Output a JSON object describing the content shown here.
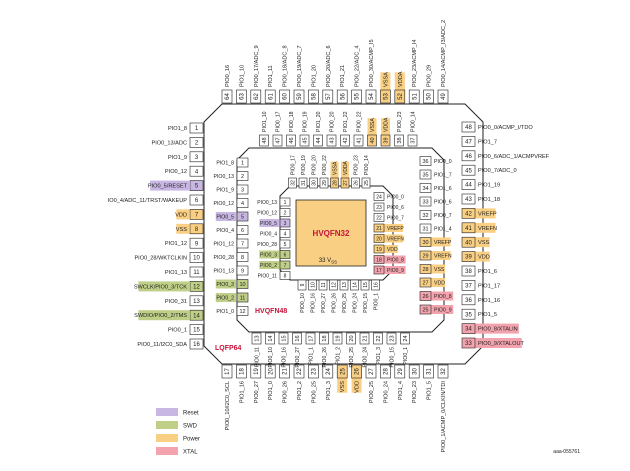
{
  "colors": {
    "reset": "#c8b7e3",
    "swd": "#bfcf87",
    "power": "#f9cf83",
    "xtal": "#f2a3ad",
    "chip_fill": "#f9cf83",
    "red_label": "#c8143c",
    "pin_fill": "#ffffff",
    "outline": "#222222"
  },
  "package_labels": {
    "lqfp64": "LQFP64",
    "hvqfn48": "HVQFN48",
    "hvqfn32": "HVQFN32",
    "vss33": "33 V",
    "vss33_sub": "SS"
  },
  "legend": [
    {
      "key": "reset",
      "label": "Reset"
    },
    {
      "key": "swd",
      "label": "SWD"
    },
    {
      "key": "power",
      "label": "Power"
    },
    {
      "key": "xtal",
      "label": "XTAL"
    }
  ],
  "doc_id": "aaa-055761",
  "outer": {
    "left": [
      {
        "n": 1,
        "l": "PIO1_8"
      },
      {
        "n": 2,
        "l": "PIO0_13/ADC"
      },
      {
        "n": 3,
        "l": "PIO1_9"
      },
      {
        "n": 4,
        "l": "PIO0_12"
      },
      {
        "n": 5,
        "l": "PIO0_5/RESET",
        "c": "reset"
      },
      {
        "n": 6,
        "l": "IO0_4/ADC_11/TRST/WAKEUP"
      },
      {
        "n": 7,
        "l": "VDD",
        "c": "power"
      },
      {
        "n": 8,
        "l": "VSS",
        "c": "power"
      },
      {
        "n": 9,
        "l": "PIO1_12"
      },
      {
        "n": 10,
        "l": "PIO0_28/WKTCLKIN"
      },
      {
        "n": 11,
        "l": "PIO1_13"
      },
      {
        "n": 12,
        "l": "SWCLK/PIO0_3/TCK",
        "c": "swd"
      },
      {
        "n": 13,
        "l": "PIO0_31"
      },
      {
        "n": 14,
        "l": "SWDIO/PIO0_2/TMS",
        "c": "swd"
      },
      {
        "n": 15,
        "l": "PIO0_1"
      },
      {
        "n": 16,
        "l": "PIO0_11/I2C0_SDA"
      }
    ],
    "bottom": [
      {
        "n": 17,
        "l": "PIO0_10/I2C0_SCL"
      },
      {
        "n": 18,
        "l": "PIO1_16"
      },
      {
        "n": 19,
        "l": "PIO0_27"
      },
      {
        "n": 20,
        "l": "PIO1_0"
      },
      {
        "n": 21,
        "l": "PIO0_26"
      },
      {
        "n": 22,
        "l": "PIO1_2"
      },
      {
        "n": 23,
        "l": "PIO0_25"
      },
      {
        "n": 24,
        "l": "PIO1_3"
      },
      {
        "n": 25,
        "l": "VSS",
        "c": "power"
      },
      {
        "n": 26,
        "l": "VDD",
        "c": "power"
      },
      {
        "n": 27,
        "l": "PIO0_25"
      },
      {
        "n": 28,
        "l": "PIO0_24"
      },
      {
        "n": 29,
        "l": "PIO1_4"
      },
      {
        "n": 30,
        "l": "PIO0_23"
      },
      {
        "n": 31,
        "l": "PIO1_5"
      },
      {
        "n": 32,
        "l": "PIO0_1/ACMP_0/CLKIN/TDI"
      }
    ],
    "right": [
      {
        "n": 33,
        "l": "PIO0_9/XTALOUT",
        "c": "xtal"
      },
      {
        "n": 34,
        "l": "PIO0_8/XTALIN",
        "c": "xtal"
      },
      {
        "n": 35,
        "l": "PIO1_5"
      },
      {
        "n": 36,
        "l": "PIO1_16"
      },
      {
        "n": 37,
        "l": "PIO1_17"
      },
      {
        "n": 38,
        "l": "PIO1_6"
      },
      {
        "n": 39,
        "l": "VDD",
        "c": "power"
      },
      {
        "n": 40,
        "l": "VSS",
        "c": "power"
      },
      {
        "n": 41,
        "l": "VREFN",
        "c": "power"
      },
      {
        "n": 42,
        "l": "VREFP",
        "c": "power"
      },
      {
        "n": 43,
        "l": "PIO1_18"
      },
      {
        "n": 44,
        "l": "PIO1_19"
      },
      {
        "n": 45,
        "l": "PIO0_7/ADC_0"
      },
      {
        "n": 46,
        "l": "PIO0_6/ADC_1/ACMPVREF"
      },
      {
        "n": 47,
        "l": "PIO1_7"
      },
      {
        "n": 48,
        "l": "PIO0_0/ACMP_I/TDO"
      }
    ],
    "top": [
      {
        "n": 49,
        "l": "PIO0_14/ACMP_I3/ADC_2"
      },
      {
        "n": 50,
        "l": "PIO0_29"
      },
      {
        "n": 51,
        "l": "PIO0_23/ACMP_I4"
      },
      {
        "n": 52,
        "l": "VDDA",
        "c": "power"
      },
      {
        "n": 53,
        "l": "VSSA",
        "c": "power"
      },
      {
        "n": 54,
        "l": "PIO0_30/ACMP_I5"
      },
      {
        "n": 55,
        "l": "PIO0_22/ADC_4"
      },
      {
        "n": 56,
        "l": "PIO1_21"
      },
      {
        "n": 57,
        "l": "PIO0_20/ADC_6"
      },
      {
        "n": 58,
        "l": "PIO1_20"
      },
      {
        "n": 59,
        "l": "PIO0_19/ADC_7"
      },
      {
        "n": 60,
        "l": "PIO0_18/ADC_8"
      },
      {
        "n": 61,
        "l": "PIO1_11"
      },
      {
        "n": 62,
        "l": "PIO0_17/ADC_9"
      },
      {
        "n": 63,
        "l": "PIO1_10"
      },
      {
        "n": 64,
        "l": "PIO0_16"
      }
    ]
  },
  "mid": {
    "left": [
      {
        "n": 1,
        "l": "PIO1_8"
      },
      {
        "n": 2,
        "l": "PIO0_13"
      },
      {
        "n": 3,
        "l": "PIO1_9"
      },
      {
        "n": 4,
        "l": "PIO0_12"
      },
      {
        "n": 5,
        "l": "PIO0_5",
        "c": "reset"
      },
      {
        "n": 6,
        "l": "PIO0_4"
      },
      {
        "n": 7,
        "l": "PIO1_12"
      },
      {
        "n": 8,
        "l": "PIO0_28"
      },
      {
        "n": 9,
        "l": "PIO1_13"
      },
      {
        "n": 10,
        "l": "PIO0_3",
        "c": "swd"
      },
      {
        "n": 11,
        "l": "PIO0_2",
        "c": "swd"
      },
      {
        "n": 12,
        "l": "PIO1_0"
      }
    ],
    "bottom": [
      {
        "n": 13,
        "l": "PIO0_11"
      },
      {
        "n": 14,
        "l": "PIO0_10"
      },
      {
        "n": 15,
        "l": "PIO0_16"
      },
      {
        "n": 16,
        "l": "PIO0_27"
      },
      {
        "n": 17,
        "l": "PIO1_1"
      },
      {
        "n": 18,
        "l": "PIO0_26"
      },
      {
        "n": 19,
        "l": "PIO1_2"
      },
      {
        "n": 20,
        "l": "PIO0_25"
      },
      {
        "n": 21,
        "l": "PIO0_24"
      },
      {
        "n": 22,
        "l": "PIO1_3"
      },
      {
        "n": 23,
        "l": "PIO0_15"
      },
      {
        "n": 24,
        "l": "PIO0_1"
      }
    ],
    "right": [
      {
        "n": 25,
        "l": "PIO0_9",
        "c": "xtal"
      },
      {
        "n": 26,
        "l": "PIO0_8",
        "c": "xtal"
      },
      {
        "n": 27,
        "l": "VDD",
        "c": "power"
      },
      {
        "n": 28,
        "l": "VSS",
        "c": "power"
      },
      {
        "n": 29,
        "l": "VREFN",
        "c": "power"
      },
      {
        "n": 30,
        "l": "VREFP",
        "c": "power"
      },
      {
        "n": 31,
        "l": "PIO1_4"
      },
      {
        "n": 32,
        "l": "PIO0_7"
      },
      {
        "n": 33,
        "l": "PIO0_6"
      },
      {
        "n": 34,
        "l": "PIO1_6"
      },
      {
        "n": 35,
        "l": "PIO1_7"
      },
      {
        "n": 36,
        "l": "PIO0_0"
      }
    ],
    "top": [
      {
        "n": 37,
        "l": "PIO0_14"
      },
      {
        "n": 38,
        "l": "PIO0_23"
      },
      {
        "n": 39,
        "l": "VDDA",
        "c": "power"
      },
      {
        "n": 40,
        "l": "VSSA",
        "c": "power"
      },
      {
        "n": 41,
        "l": "PIO0_22"
      },
      {
        "n": 42,
        "l": "PIO1_22"
      },
      {
        "n": 43,
        "l": "PIO0_20"
      },
      {
        "n": 44,
        "l": "PIO1_20"
      },
      {
        "n": 45,
        "l": "PIO0_19"
      },
      {
        "n": 46,
        "l": "PIO0_18"
      },
      {
        "n": 47,
        "l": "PIO0_17"
      },
      {
        "n": 48,
        "l": "PIO1_10"
      }
    ]
  },
  "inner": {
    "left": [
      {
        "n": 1,
        "l": "PIO0_13"
      },
      {
        "n": 2,
        "l": "PIO0_12"
      },
      {
        "n": 3,
        "l": "PIO0_5",
        "c": "reset"
      },
      {
        "n": 4,
        "l": "PIO0_4"
      },
      {
        "n": 5,
        "l": "PIO0_28"
      },
      {
        "n": 6,
        "l": "PIO0_3",
        "c": "swd"
      },
      {
        "n": 7,
        "l": "PIO0_2",
        "c": "swd"
      },
      {
        "n": 8,
        "l": "PIO0_11"
      }
    ],
    "bottom": [
      {
        "n": 9,
        "l": "PIO0_10"
      },
      {
        "n": 10,
        "l": "PIO0_16"
      },
      {
        "n": 11,
        "l": "PIO0_27"
      },
      {
        "n": 12,
        "l": "PIO0_26"
      },
      {
        "n": 13,
        "l": "PIO0_25"
      },
      {
        "n": 14,
        "l": "PIO0_24"
      },
      {
        "n": 15,
        "l": "PIO0_15"
      },
      {
        "n": 16,
        "l": "PIO0_1"
      }
    ],
    "right": [
      {
        "n": 17,
        "l": "PIO0_9",
        "c": "xtal"
      },
      {
        "n": 18,
        "l": "PIO0_8",
        "c": "xtal"
      },
      {
        "n": 19,
        "l": "VDD",
        "c": "power"
      },
      {
        "n": 20,
        "l": "VREFN",
        "c": "power"
      },
      {
        "n": 21,
        "l": "VREFP",
        "c": "power"
      },
      {
        "n": 22,
        "l": "PIO0_7"
      },
      {
        "n": 23,
        "l": "PIO0_6"
      },
      {
        "n": 24,
        "l": "PIO0_0"
      }
    ],
    "top": [
      {
        "n": 25,
        "l": "PIO0_14"
      },
      {
        "n": 26,
        "l": "PIO0_23"
      },
      {
        "n": 27,
        "l": "VDDA",
        "c": "power"
      },
      {
        "n": 28,
        "l": "VSSA",
        "c": "power"
      },
      {
        "n": 29,
        "l": "PIO0_22"
      },
      {
        "n": 30,
        "l": "PIO0_20"
      },
      {
        "n": 31,
        "l": "PIO0_19"
      },
      {
        "n": 32,
        "l": "PIO0_17"
      }
    ]
  }
}
